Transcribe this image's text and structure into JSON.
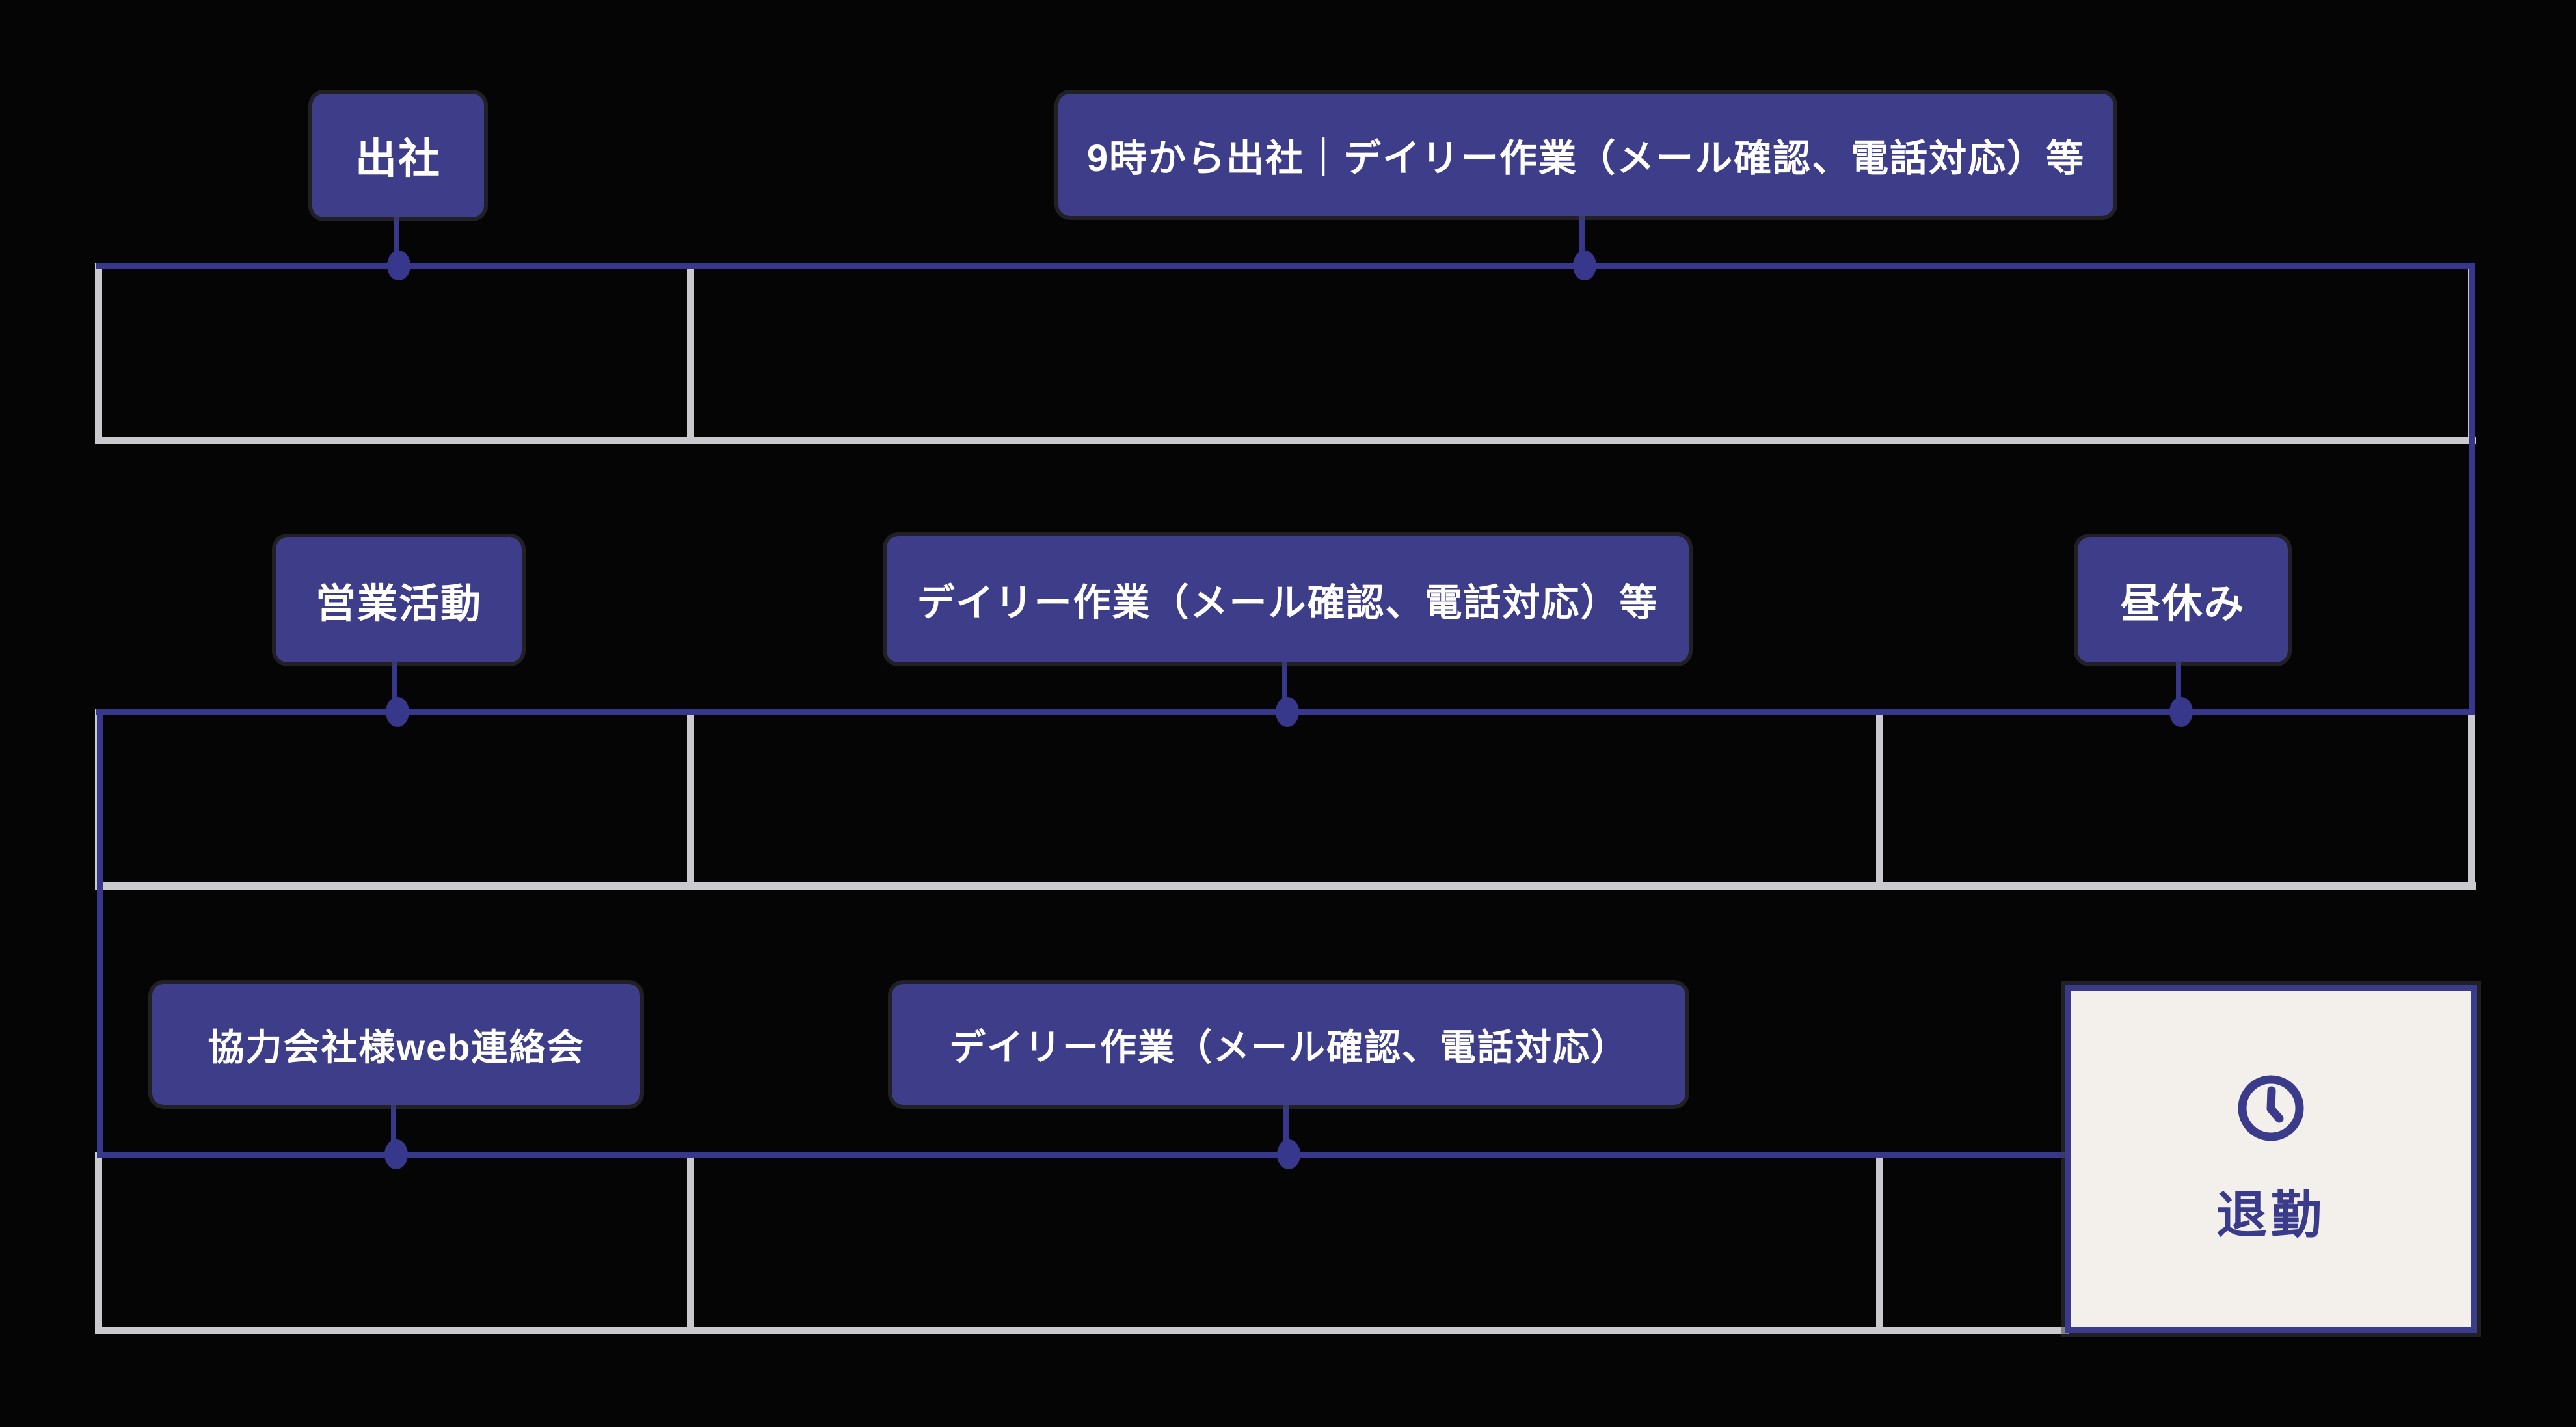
{
  "diagram": {
    "type": "daily-work-schedule-timeline",
    "events": {
      "arrive": "出社",
      "morning": "9時から出社｜デイリー作業（メール確認、電話対応）等",
      "sales": "営業活動",
      "daily_midday": "デイリー作業（メール確認、電話対応）等",
      "lunch": "昼休み",
      "partner_meeting": "協力会社様web連絡会",
      "daily_afternoon": "デイリー作業（メール確認、電話対応）",
      "leave": "退勤"
    },
    "icons": {
      "leave": "clock-icon"
    }
  },
  "colors": {
    "background": "#050505",
    "navy": "#3d3d8a",
    "line_navy": "#37378c",
    "cell_border": "#c9c9ce",
    "label_text": "#ffffff",
    "leave_box_bg": "#f3f0eb",
    "leave_box_text": "#3b3b8c"
  }
}
